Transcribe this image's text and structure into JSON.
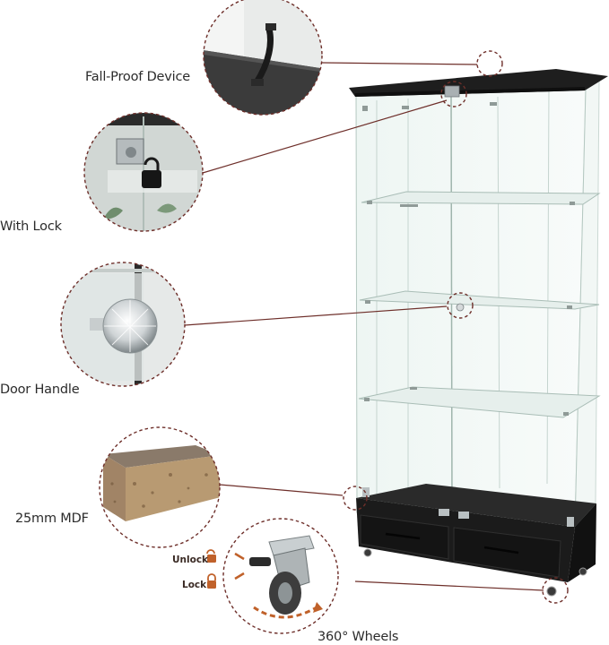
{
  "features": {
    "fall_proof": "Fall-Proof Device",
    "lock": "With Lock",
    "handle": "Door Handle",
    "mdf": "25mm MDF",
    "wheels": "360° Wheels",
    "unlock_tag": "Unlock",
    "lock_tag": "Lock"
  },
  "colors": {
    "callout": "#6e2f2a",
    "cabinet_black": "#1c1c1c",
    "glass_edge": "#9fb5ad",
    "mdf": "#b89a72"
  }
}
